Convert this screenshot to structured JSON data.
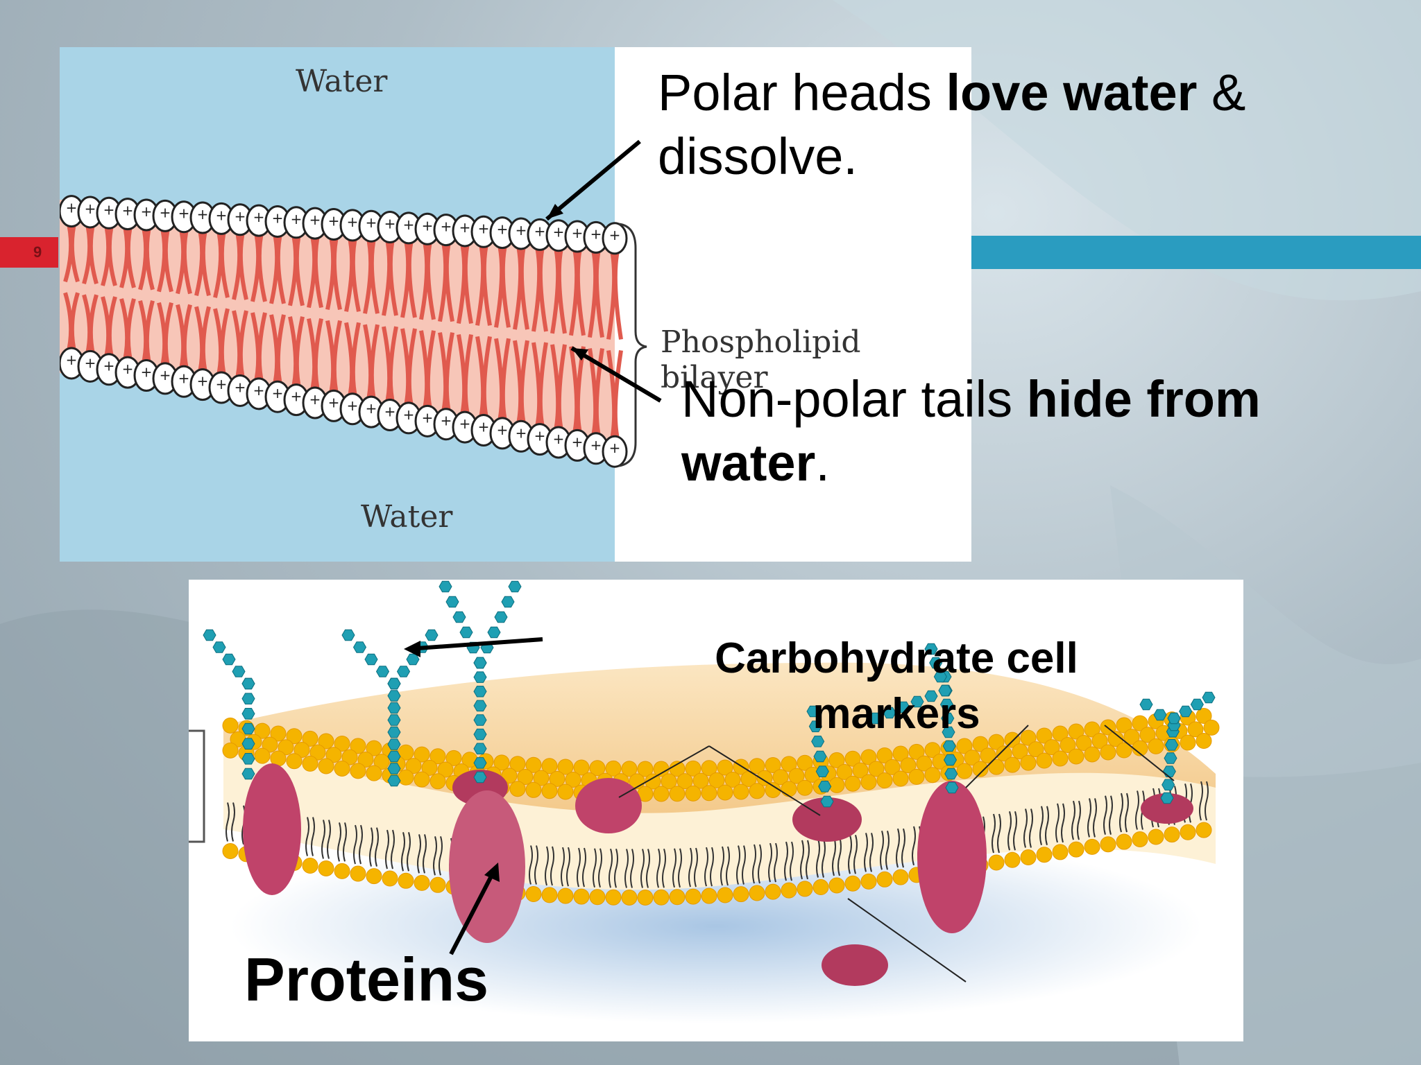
{
  "slide": {
    "number": "9"
  },
  "top_diagram": {
    "water_top": "Water",
    "water_bottom": "Water",
    "bilayer_label": "Phospholipid bilayer",
    "water_color": "#a9d4e7",
    "tail_color": "#e05a4e"
  },
  "callouts": {
    "polar": {
      "part1": "Polar heads ",
      "bold": "love water",
      "part2": " &",
      "line2": "dissolve."
    },
    "nonpolar": {
      "part1": "Non-polar tails ",
      "bold": "hide from",
      "line2_bold": "water",
      "line2_end": "."
    }
  },
  "bottom_diagram": {
    "carb_line1": "Carbohydrate cell",
    "carb_line2": "markers",
    "proteins": "Proteins",
    "head_color": "#f5b400",
    "protein_color": "#c0436a",
    "chain_color": "#1f9fb3"
  }
}
